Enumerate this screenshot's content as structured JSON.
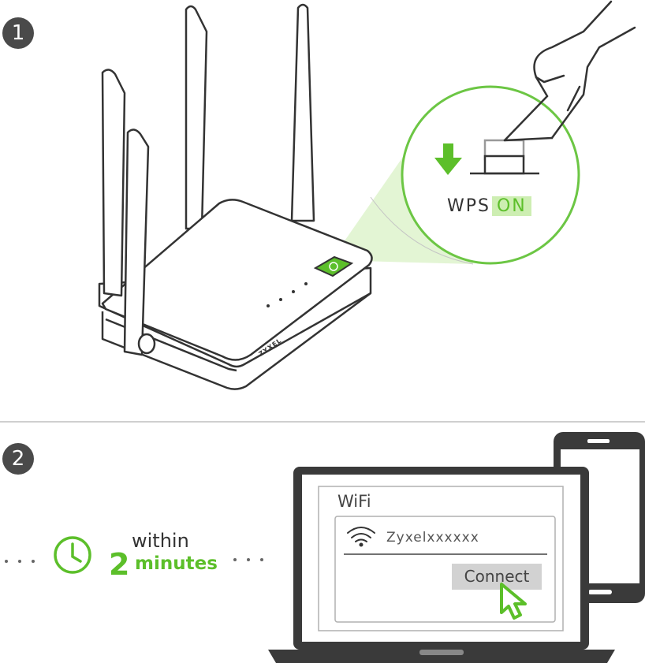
{
  "steps": {
    "step1_number": "1",
    "step2_number": "2"
  },
  "wps": {
    "label": "WPS",
    "state": "ON"
  },
  "router": {
    "brand": "ZYXEL"
  },
  "timer": {
    "within": "within",
    "number": "2",
    "unit": "minutes"
  },
  "wifi_dialog": {
    "title": "WiFi",
    "network_name": "Zyxelxxxxxx",
    "connect_label": "Connect"
  },
  "colors": {
    "accent_green": "#5cbf2a",
    "highlight_green": "#cdeeb2",
    "outline": "#333333",
    "badge": "#4a4a4a"
  }
}
